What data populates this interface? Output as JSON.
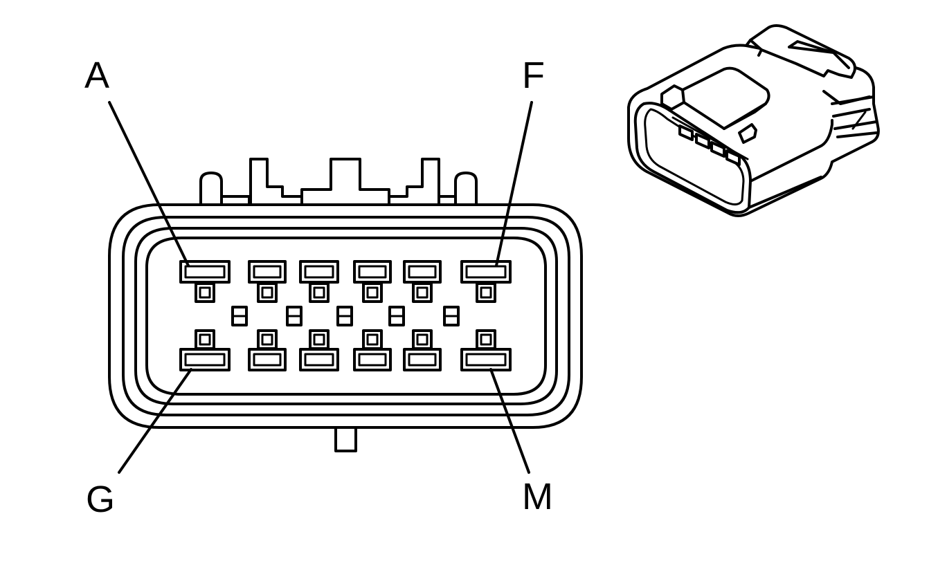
{
  "pin_labels": {
    "top_left": "A",
    "top_right": "F",
    "bottom_left": "G",
    "bottom_right": "M"
  }
}
